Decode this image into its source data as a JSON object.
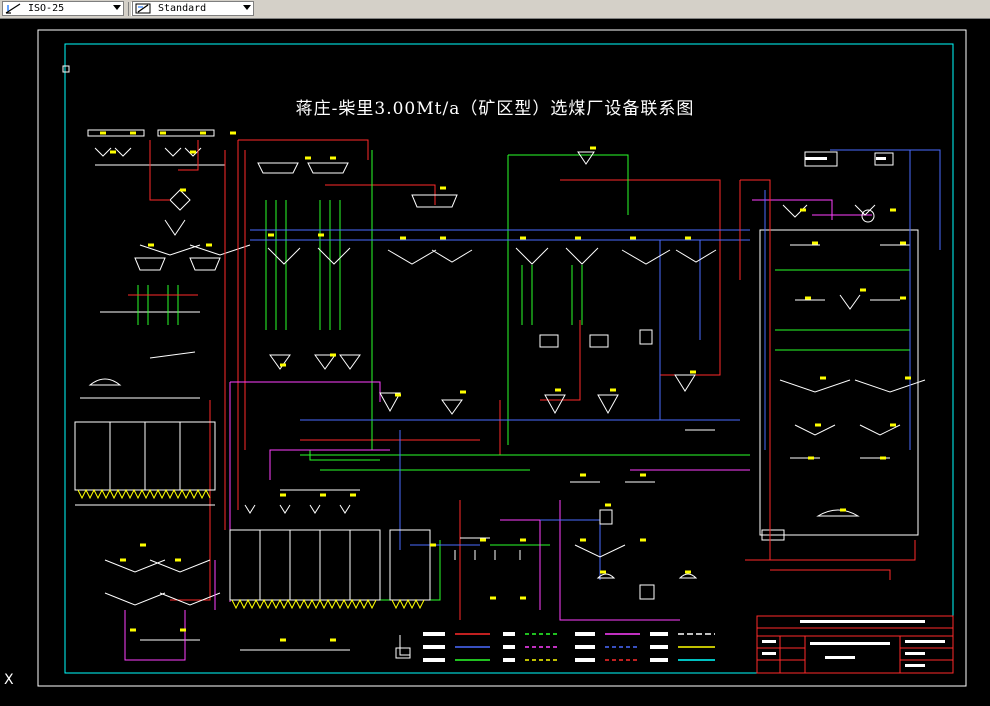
{
  "toolbar": {
    "dim_style": "ISO-25",
    "text_style": "Standard",
    "dim_style_icon": "dimension-style-icon",
    "text_style_icon": "text-style-icon"
  },
  "drawing": {
    "title": "蒋庄-柴里3.00Mt/a（矿区型）选煤厂设备联系图"
  },
  "ucs_label": "X",
  "colors": {
    "background": "#000000",
    "border": "#00ffff",
    "red": "#ff2a2a",
    "green": "#2aff2a",
    "magenta": "#ff40ff",
    "blue": "#4a6bff",
    "yellow": "#ffff00",
    "white": "#ffffff"
  }
}
